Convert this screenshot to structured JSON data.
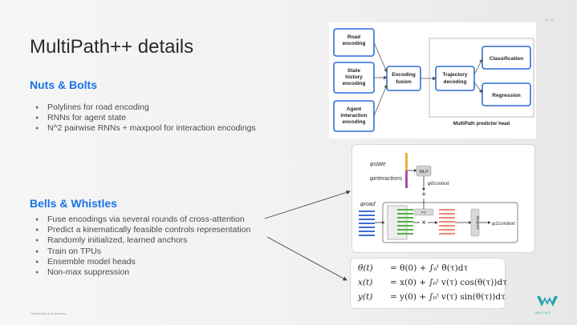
{
  "slide": {
    "title": "MultiPath++ details",
    "page_number": "8 / 11",
    "footer": "Confidential & proprietary",
    "brand": "WAYMO"
  },
  "nuts_bolts": {
    "heading": "Nuts & Bolts",
    "items": [
      "Polylines for road encoding",
      "RNNs for agent state",
      "N^2 pairwise RNNs + maxpool for interaction encodings"
    ]
  },
  "bells_whistles": {
    "heading": "Bells & Whistles",
    "items": [
      "Fuse encodings via several rounds of cross-attention",
      "Predict a kinematically feasible controls representation",
      "Randomly initialized, learned anchors",
      "Train on TPUs",
      "Ensemble model heads",
      "Non-max suppression"
    ]
  },
  "architecture_diagram": {
    "inputs": [
      [
        "Road",
        "encoding"
      ],
      [
        "State",
        "history",
        "encoding"
      ],
      [
        "Agent",
        "interaction",
        "encoding"
      ]
    ],
    "fusion": [
      "Encoding",
      "fusion"
    ],
    "decoding": [
      "Trajectory",
      "decoding"
    ],
    "classification": "Classification",
    "regression": "Regression",
    "head_caption": "MultiPath predictor head"
  },
  "fusion_diagram": {
    "phi_state": "φstate",
    "phi_interactions": "φinteractions",
    "mlp": "MLP",
    "phi_context_in": "φ0context",
    "phi_road": "φroad",
    "fc": "FC",
    "maxpool": "Maxpool",
    "phi_context_out": "φ1context"
  },
  "equations": [
    {
      "lhs": "θ(t)",
      "rhs": "= θ(0) + ∫₀ᵗ θ̇(τ)dτ"
    },
    {
      "lhs": "x(t)",
      "rhs": "= x(0) + ∫₀ᵗ v(τ) cos(θ(τ))dτ"
    },
    {
      "lhs": "y(t)",
      "rhs": "= y(0) + ∫₀ᵗ v(τ) sin(θ(τ))dτ"
    }
  ],
  "colors": {
    "accent": "#1a73e8",
    "box_border": "#2f6fd6",
    "road_lines": "#3b6fd8",
    "green_block": "#55b04a",
    "salmon_block": "#f08a75",
    "phi_state_bar": "#e8b33a",
    "phi_interactions_bar": "#a64fa4",
    "waymo_logo": "#2aa3b0"
  }
}
